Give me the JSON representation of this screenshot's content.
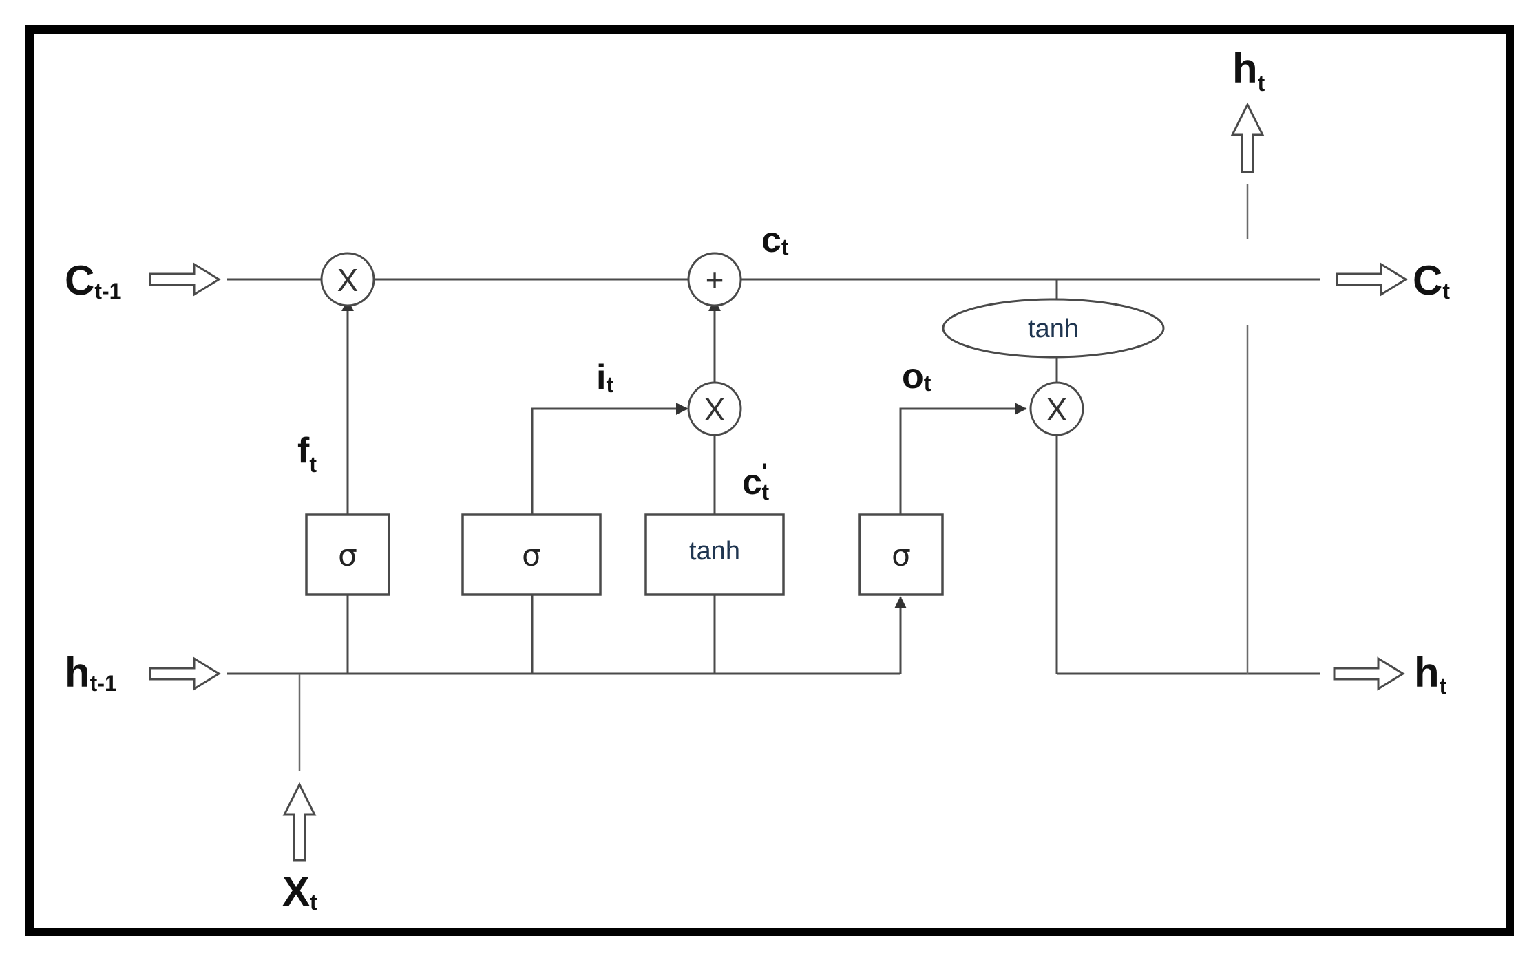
{
  "labels": {
    "c_prev": {
      "main": "C",
      "sub": "t-1"
    },
    "c_out": {
      "main": "C",
      "sub": "t"
    },
    "h_prev": {
      "main": "h",
      "sub": "t-1"
    },
    "h_out_right": {
      "main": "h",
      "sub": "t"
    },
    "h_out_top": {
      "main": "h",
      "sub": "t"
    },
    "x_in": {
      "main": "X",
      "sub": "t"
    },
    "c_state": {
      "main": "c",
      "sub": "t"
    },
    "f_gate": {
      "main": "f",
      "sub": "t"
    },
    "i_gate": {
      "main": "i",
      "sub": "t"
    },
    "o_gate": {
      "main": "o",
      "sub": "t"
    },
    "c_candidate": {
      "main": "c",
      "sup": "'",
      "sub": "t"
    }
  },
  "operators": {
    "multiply": "X",
    "add": "+"
  },
  "gates": {
    "forget": "σ",
    "input": "σ",
    "candidate": "tanh",
    "output": "σ",
    "cell_tanh": "tanh"
  }
}
